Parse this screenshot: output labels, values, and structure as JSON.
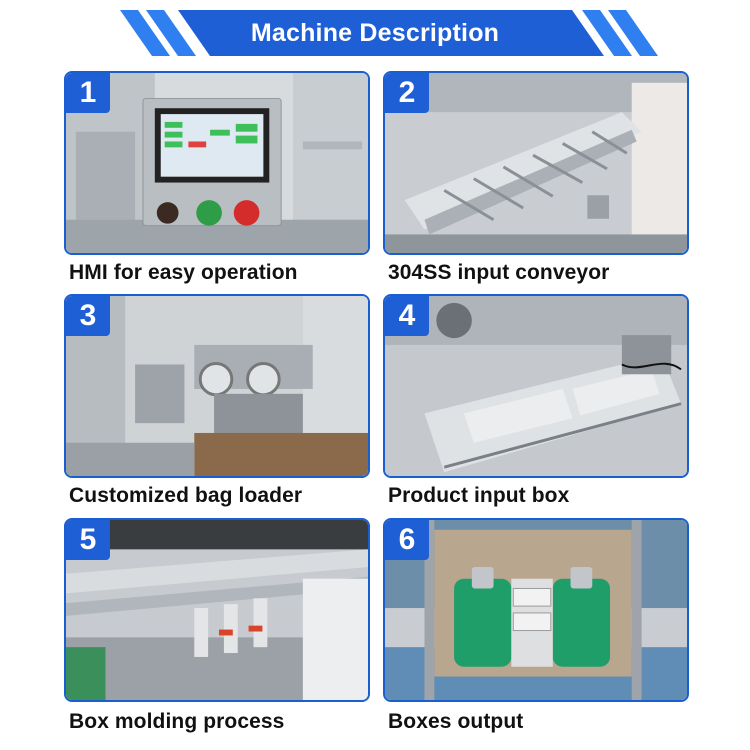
{
  "banner": {
    "title": "Machine Description",
    "color": "#1f5fd6"
  },
  "items": [
    {
      "number": "1",
      "caption": "HMI for easy operation",
      "photo": "hmi-control-panel"
    },
    {
      "number": "2",
      "caption": "304SS input conveyor",
      "photo": "stainless-conveyor"
    },
    {
      "number": "3",
      "caption": "Customized bag loader",
      "photo": "bag-loader-mechanism"
    },
    {
      "number": "4",
      "caption": "Product input box",
      "photo": "product-input-box"
    },
    {
      "number": "5",
      "caption": "Box molding process",
      "photo": "box-molding-rails"
    },
    {
      "number": "6",
      "caption": "Boxes output",
      "photo": "boxes-output-belts"
    }
  ]
}
